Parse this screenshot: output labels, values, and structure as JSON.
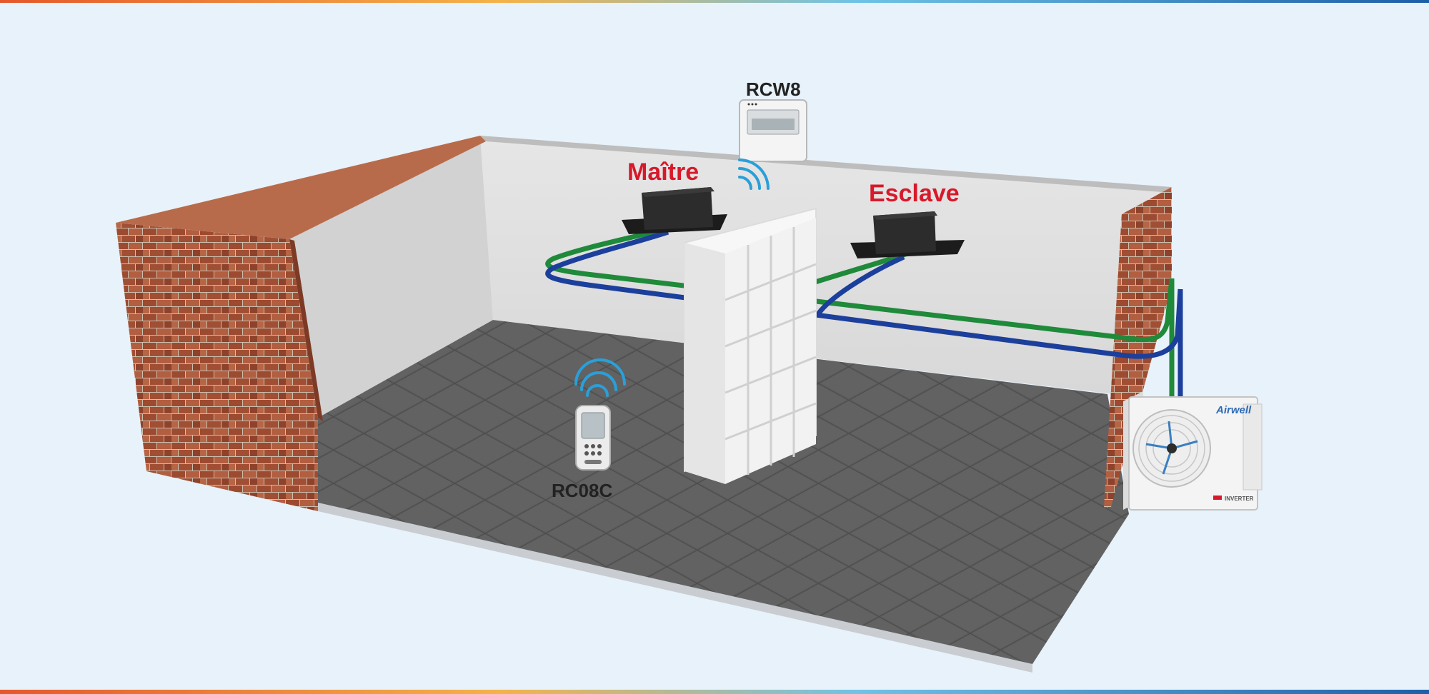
{
  "labels": {
    "wall_controller": "RCW8",
    "master_unit": "Maître",
    "slave_unit": "Esclave",
    "remote_control": "RC08C"
  },
  "outdoor_unit": {
    "brand": "Airwell",
    "badge": "INVERTER"
  },
  "colors": {
    "background": "#e8f2fa",
    "pipe_green": "#1f8a3a",
    "pipe_blue": "#1c3f9c",
    "label_red": "#d7192a",
    "label_black": "#222222",
    "brick": "#9a4a32",
    "floor": "#5c5c5c",
    "wifi_waves": "#2a9fd8"
  },
  "icons": [
    "wifi-waves-icon",
    "remote-control-icon",
    "wall-controller-icon",
    "fan-icon"
  ]
}
